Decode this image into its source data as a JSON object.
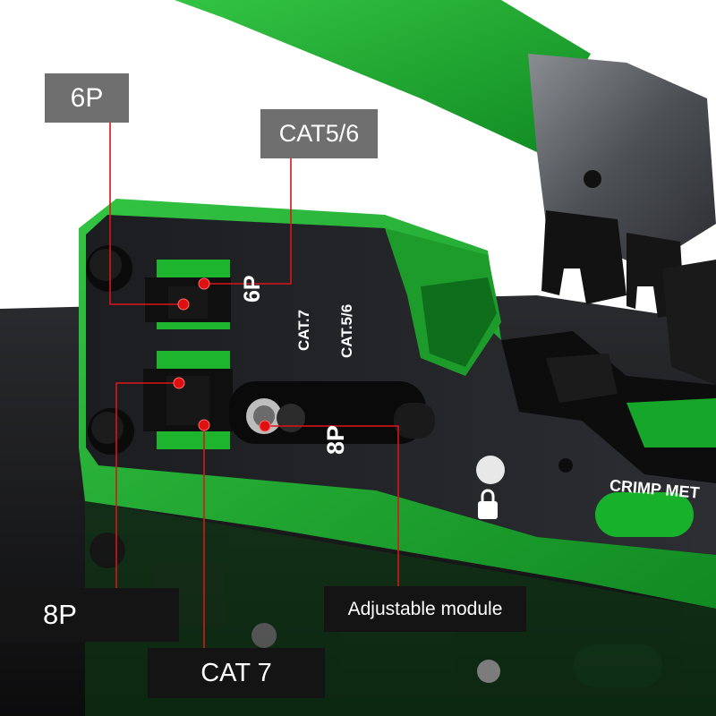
{
  "callouts": {
    "six_pin": "6P",
    "cat56": "CAT5/6",
    "eight_pin": "8P",
    "adjustable": "Adjustable module",
    "cat7": "CAT 7"
  },
  "tool_print": {
    "six_pin": "6P",
    "cat7": "CAT.7",
    "cat56": "CAT.5/6",
    "eight_pin": "8P",
    "crimp": "CRIMP MET"
  },
  "icons": {
    "lock": "lock-icon"
  },
  "colors": {
    "body_green": "#1fa82e",
    "dark_plate": "#1e1f22",
    "callout_grey": "#6f6f6f",
    "callout_dark": "#141414",
    "marker_red": "#e01010"
  }
}
